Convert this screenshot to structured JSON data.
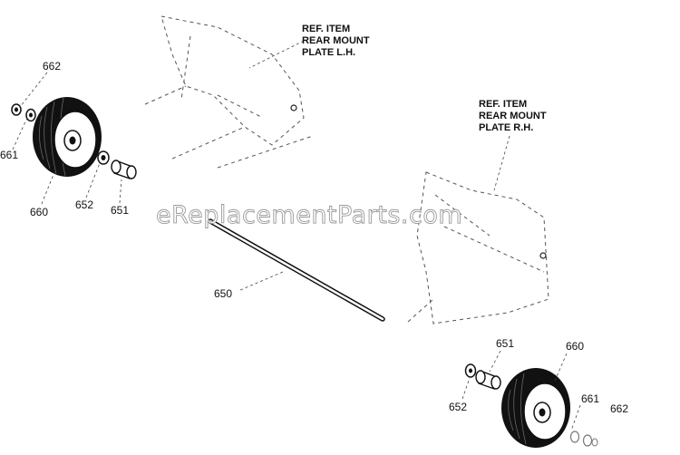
{
  "watermark": "eReplacementParts.com",
  "ref_lh": {
    "line1": "REF. ITEM",
    "line2": "REAR MOUNT",
    "line3": "PLATE L.H."
  },
  "ref_rh": {
    "line1": "REF. ITEM",
    "line2": "REAR MOUNT",
    "line3": "PLATE R.H."
  },
  "left_labels": {
    "p662": "662",
    "p661": "661",
    "p660": "660",
    "p652": "652",
    "p651": "651"
  },
  "axle_label": "650",
  "right_labels": {
    "p651": "651",
    "p660": "660",
    "p652": "652",
    "p661": "661",
    "p662": "662"
  }
}
